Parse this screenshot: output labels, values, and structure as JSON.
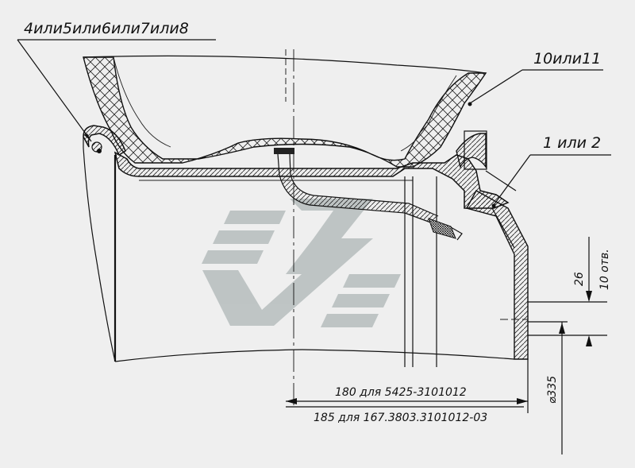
{
  "callouts": {
    "valve_parts": "4или5или6или7или8",
    "tyre": "10или11",
    "rim": "1 или 2"
  },
  "dimensions": {
    "height": "26",
    "holes": "10 отв.",
    "diameter": "⌀335",
    "length_a": "180  для 5425-3101012",
    "length_b": "185 для 167.3803.3101012-03"
  },
  "colors": {
    "line": "#111111",
    "background": "#efefef",
    "watermark": "#b9c0c0"
  }
}
